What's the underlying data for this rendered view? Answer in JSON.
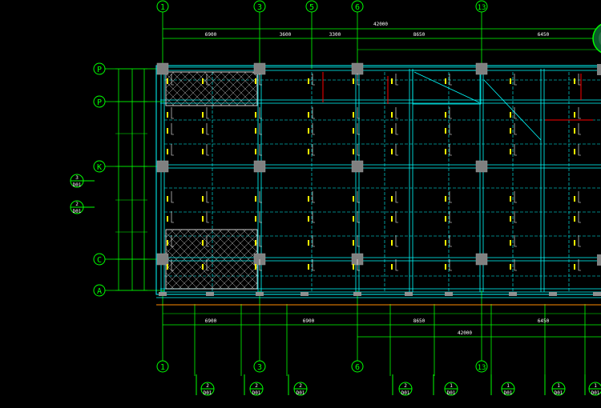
{
  "drawing": {
    "grid_labels_top": [
      "1",
      "3",
      "5",
      "6",
      "13"
    ],
    "grid_labels_bottom": [
      "1",
      "3",
      "6",
      "13"
    ],
    "grid_labels_left": [
      "P",
      "P",
      "K",
      "C",
      "A"
    ],
    "detail_refs_left": [
      {
        "num": "3",
        "sheet": "D01"
      },
      {
        "num": "2",
        "sheet": "D01"
      }
    ],
    "detail_refs_bottom": [
      {
        "num": "2",
        "sheet": "D01"
      },
      {
        "num": "2",
        "sheet": "D01"
      },
      {
        "num": "2",
        "sheet": "D01"
      },
      {
        "num": "2",
        "sheet": "D01"
      },
      {
        "num": "1",
        "sheet": "D01"
      },
      {
        "num": "1",
        "sheet": "D01"
      },
      {
        "num": "1",
        "sheet": "D01"
      },
      {
        "num": "1",
        "sheet": "D01"
      }
    ],
    "dims_top_overall": "42000",
    "dims_top_row": [
      "6900",
      "3600",
      "3300",
      "8650",
      "6450"
    ],
    "dims_bottom_row": [
      "6900",
      "6900",
      "8650",
      "6450"
    ],
    "dims_bottom_overall": "42000",
    "colors": {
      "grid": "#00ff00",
      "beam": "#00ffff",
      "column": "#808080",
      "rebar_label": "#ffff00",
      "accent": "#ff0000",
      "dim": "#ffffff"
    }
  }
}
